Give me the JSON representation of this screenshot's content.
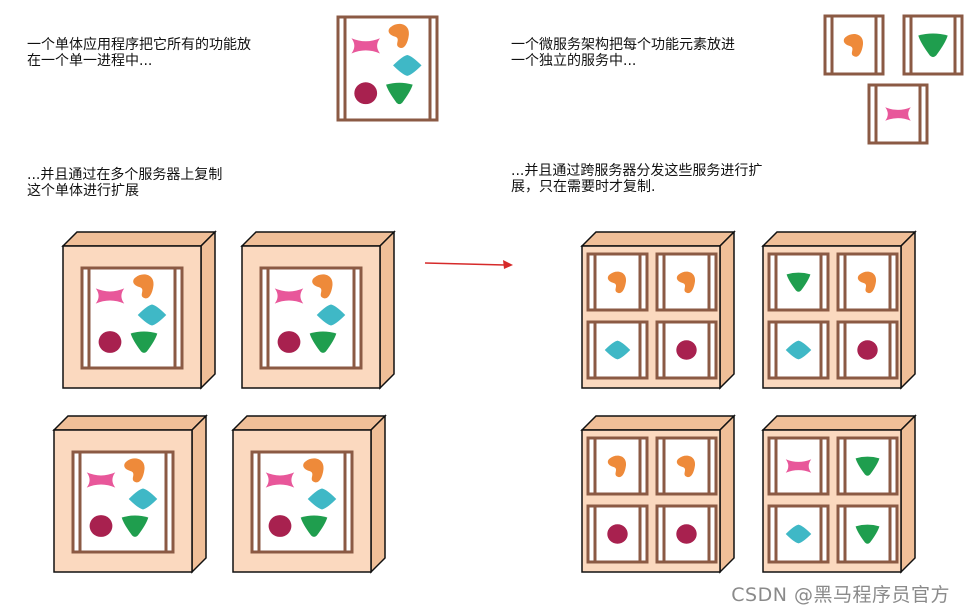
{
  "captions": {
    "monolith": "一个单体应用程序把它所有的功能放\n在一个单一进程中...",
    "microservice": "一个微服务架构把每个功能元素放进\n一个独立的服务中...",
    "monolith_scaling": "...并且通过在多个服务器上复制\n这个单体进行扩展",
    "microservice_scaling": "...并且通过跨服务器分发这些服务进行扩\n展，只在需要时才复制."
  },
  "watermark": "CSDN @黑马程序员官方",
  "colors": {
    "frame": "#8b5a44",
    "server_face": "#fbd9bf",
    "server_side": "#f0bf98",
    "pink": "#e8579a",
    "orange": "#ee8a3a",
    "teal": "#3fb8c6",
    "crimson": "#a8214f",
    "green": "#1f9e4e",
    "arrow": "#d62a2a"
  },
  "shape_legend": [
    "pink-bowtie",
    "orange-blob",
    "teal-diamond",
    "crimson-circle",
    "green-triangle"
  ]
}
